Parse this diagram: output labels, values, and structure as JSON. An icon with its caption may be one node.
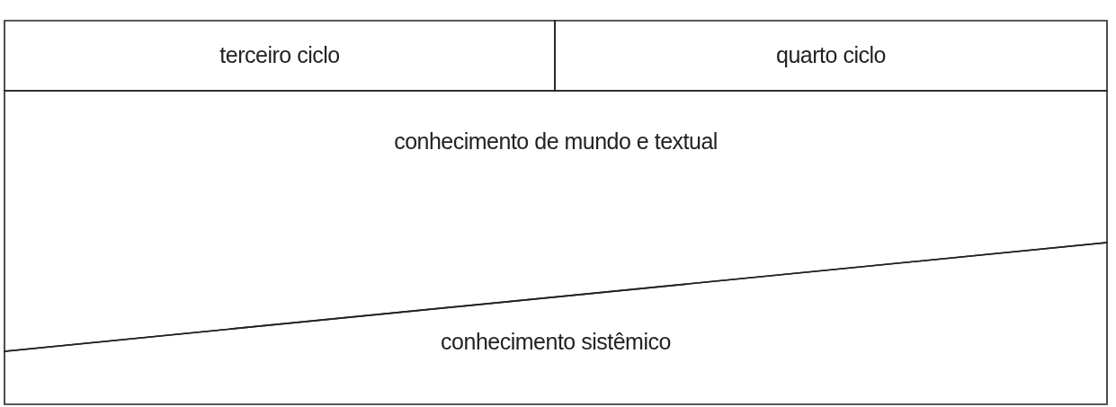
{
  "diagram": {
    "nodes": [
      {
        "text": [
          "terceiro ciclo"
        ]
      },
      {
        "text": [
          "quarto ciclo"
        ]
      },
      {
        "text": [
          "conhecimento de mundo e textual"
        ]
      },
      {
        "text": [
          "conhecimento sistêmico"
        ]
      }
    ]
  }
}
